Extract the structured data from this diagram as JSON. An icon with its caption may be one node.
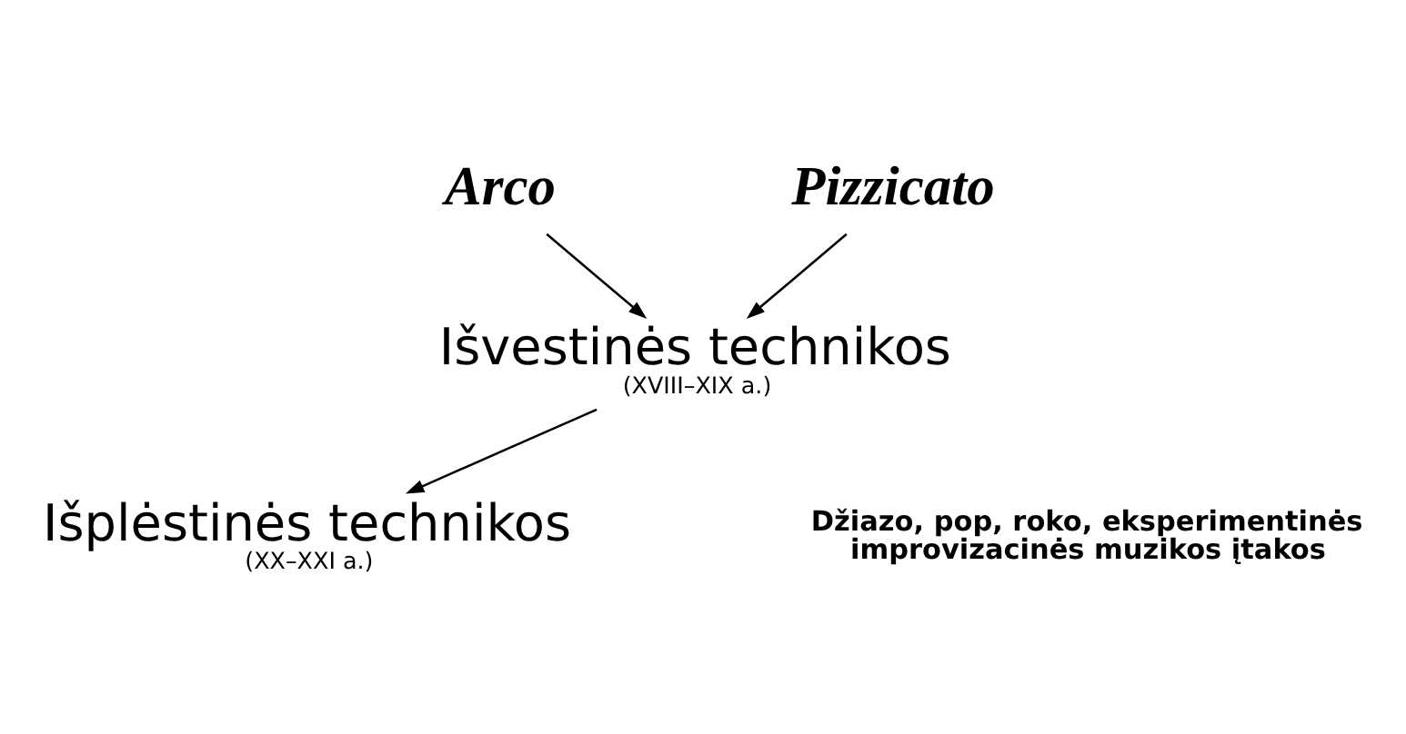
{
  "diagram": {
    "nodes": [
      {
        "text": [
          "Arco"
        ]
      },
      {
        "text": [
          "Pizzicato"
        ]
      },
      {
        "text": [
          "Išvestinės technikos",
          "(XVIII–XIX a.)"
        ]
      },
      {
        "text": [
          "Išplėstinės technikos",
          "(XX–XXI a.)"
        ]
      }
    ],
    "edges": [
      {
        "from": 0,
        "to": 2,
        "arrow": "to"
      },
      {
        "from": 1,
        "to": 2,
        "arrow": "to"
      },
      {
        "from": 2,
        "to": 3,
        "arrow": "to"
      }
    ],
    "labels": [
      "Džiazo, pop, roko, eksperimentinės improvizacinės muzikos įtakos"
    ]
  }
}
